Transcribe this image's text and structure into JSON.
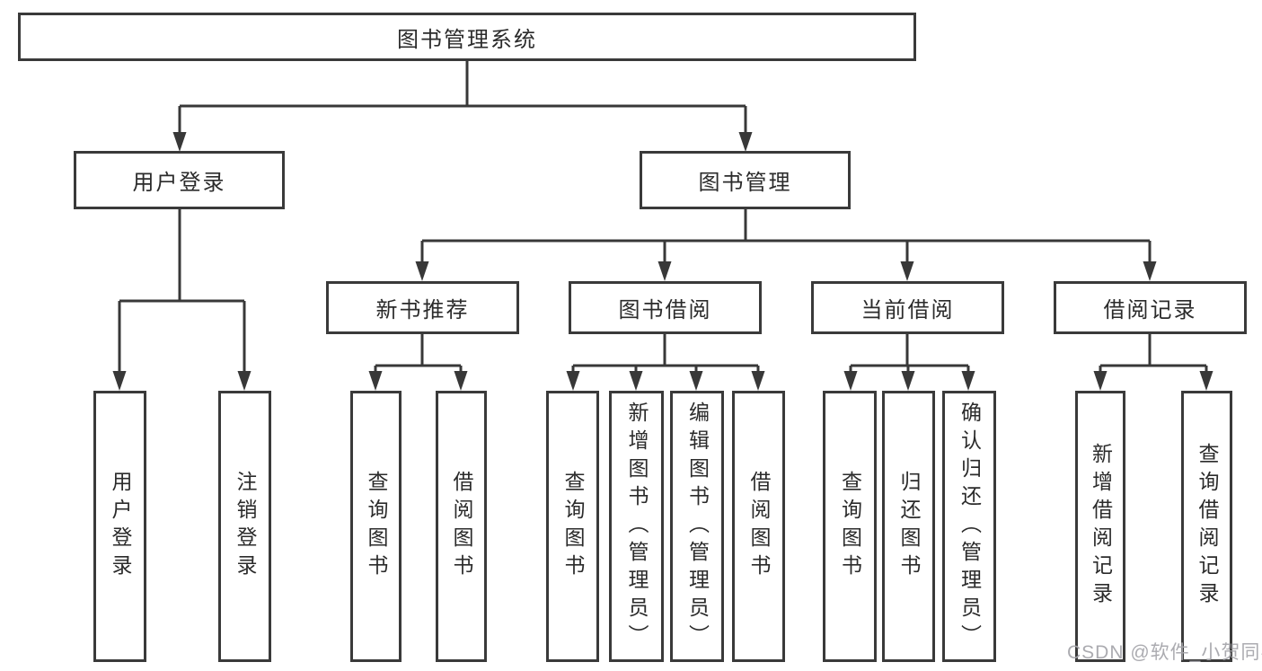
{
  "diagram_title": "图书管理系统",
  "tree": {
    "root": "图书管理系统",
    "branches": [
      {
        "label": "用户登录",
        "children": [
          "用户登录",
          "注销登录"
        ]
      },
      {
        "label": "图书管理",
        "groups": [
          {
            "label": "新书推荐",
            "children": [
              "查询图书",
              "借阅图书"
            ]
          },
          {
            "label": "图书借阅",
            "children": [
              "查询图书",
              "新增图书（管理员）",
              "编辑图书（管理员）",
              "借阅图书"
            ]
          },
          {
            "label": "当前借阅",
            "children": [
              "查询图书",
              "归还图书",
              "确认归还（管理员）"
            ]
          },
          {
            "label": "借阅记录",
            "children": [
              "新增借阅记录",
              "查询借阅记录"
            ]
          }
        ]
      }
    ]
  },
  "watermark": {
    "text": "CSDN @软件_小贺同学"
  },
  "colors": {
    "border": "#3a3a3a",
    "connector": "#383838",
    "text": "#2b2b2b",
    "watermark": "#a6a6ac",
    "background": "#ffffff"
  }
}
